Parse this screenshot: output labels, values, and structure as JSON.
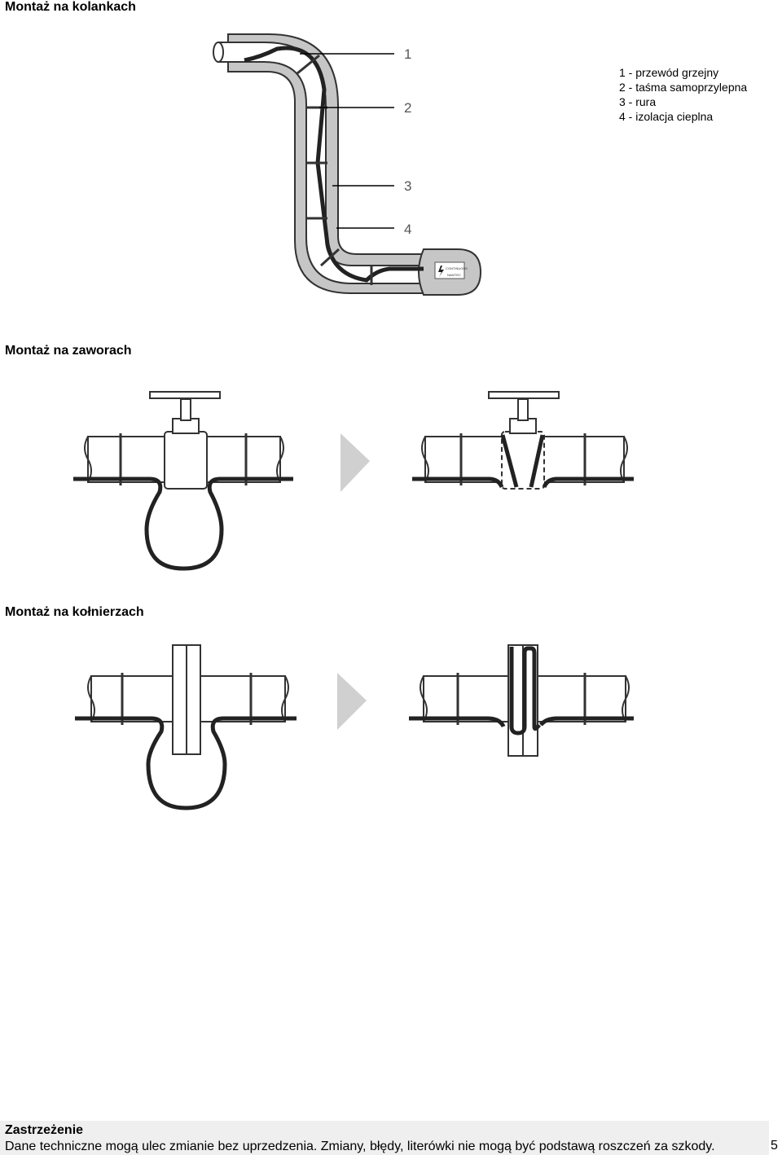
{
  "sections": {
    "elbows_title": "Montaż na kolankach",
    "valves_title": "Montaż na zaworach",
    "flanges_title": "Montaż na kołnierzach"
  },
  "legend": {
    "items": [
      "1 - przewód grzejny",
      "2 - taśma samoprzylepna",
      "3 - rura",
      "4 - izolacja cieplna"
    ]
  },
  "callouts": [
    "1",
    "2",
    "3",
    "4"
  ],
  "product_tag": [
    "CONTINUOUS",
    "NAMTEC"
  ],
  "footer": {
    "title": "Zastrzeżenie",
    "text": "Dane techniczne mogą ulec zmianie bez uprzedzenia. Zmiany, błędy, literówki nie mogą być podstawą roszczeń za szkody.",
    "page_number": "5"
  }
}
